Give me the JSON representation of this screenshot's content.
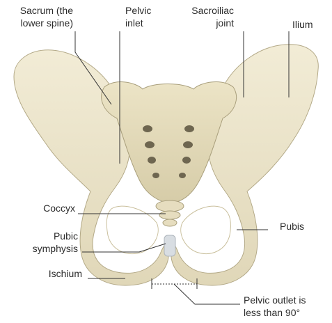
{
  "labels": {
    "sacrum": [
      "Sacrum (the",
      "lower spine)"
    ],
    "pelvic_inlet": [
      "Pelvic",
      "inlet"
    ],
    "sacroiliac": [
      "Sacroiliac",
      "joint"
    ],
    "ilium": "Ilium",
    "coccyx": "Coccyx",
    "pubic_symphysis": [
      "Pubic",
      "symphysis"
    ],
    "pubis": "Pubis",
    "ischium": "Ischium",
    "pelvic_outlet": [
      "Pelvic outlet is",
      "less than 90°"
    ]
  },
  "colors": {
    "bone": "#ece5cc",
    "bone_shade": "#cfc6a6",
    "bone_dark": "#b3a987",
    "cartilage": "#d8dde2",
    "leader": "#333333"
  }
}
